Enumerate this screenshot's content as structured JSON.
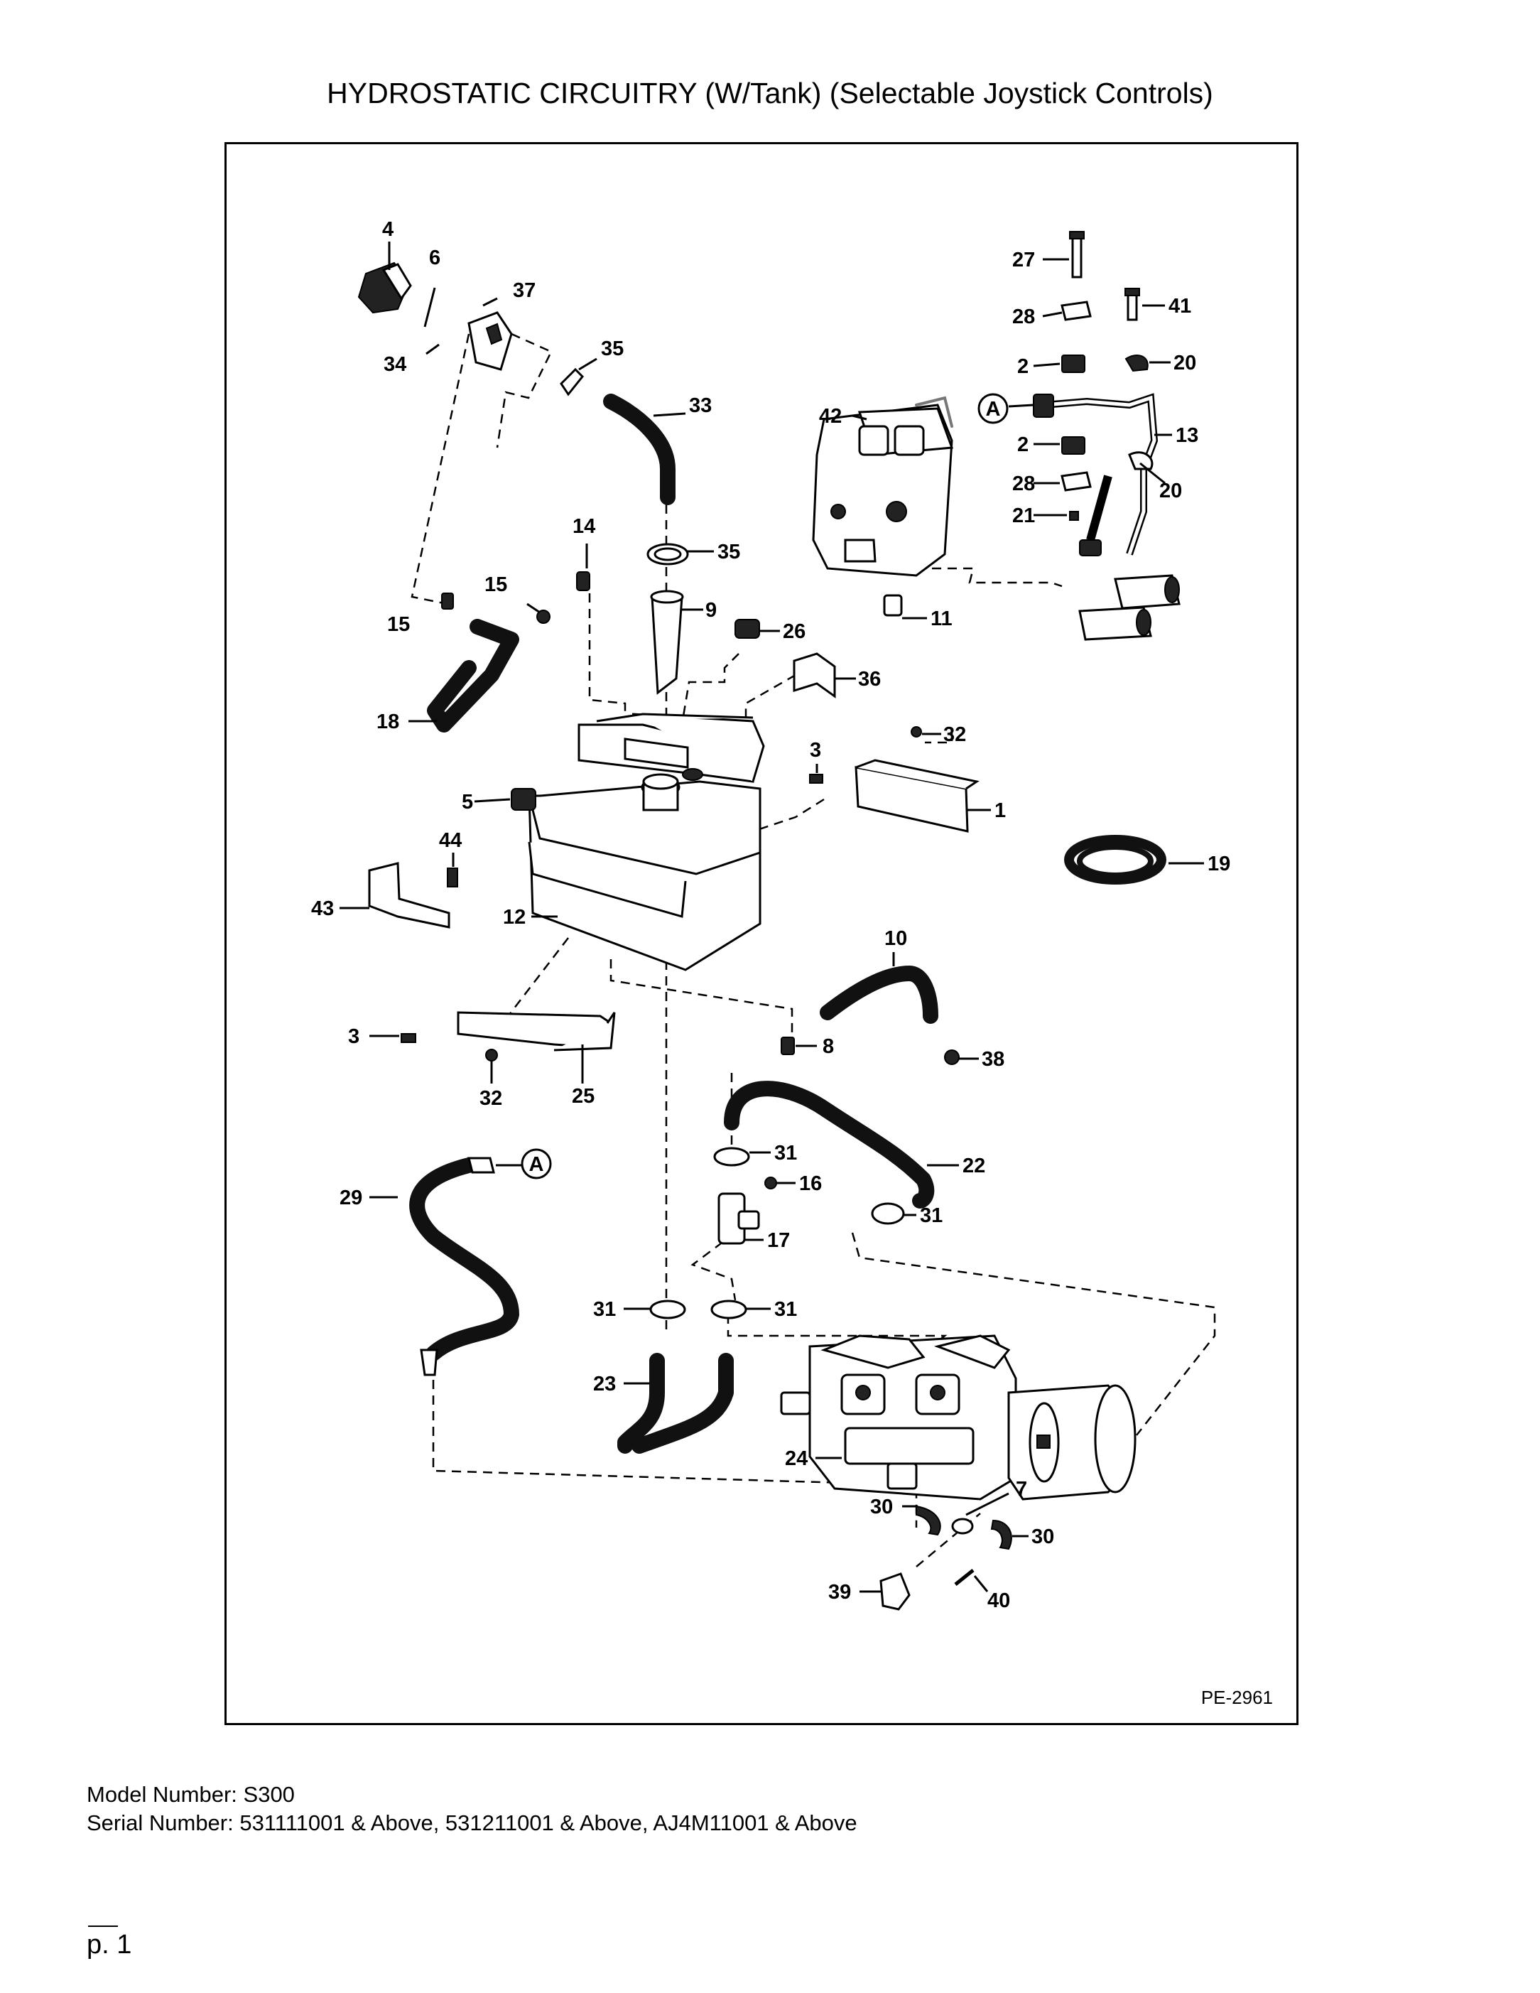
{
  "title": "HYDROSTATIC CIRCUITRY (W/Tank) (Selectable Joystick Controls)",
  "diagram": {
    "ref_code": "PE-2961",
    "callouts": [
      {
        "id": "c-4",
        "label": "4"
      },
      {
        "id": "c-6",
        "label": "6"
      },
      {
        "id": "c-37",
        "label": "37"
      },
      {
        "id": "c-34",
        "label": "34"
      },
      {
        "id": "c-35a",
        "label": "35"
      },
      {
        "id": "c-33",
        "label": "33"
      },
      {
        "id": "c-35b",
        "label": "35"
      },
      {
        "id": "c-14",
        "label": "14"
      },
      {
        "id": "c-15a",
        "label": "15"
      },
      {
        "id": "c-15b",
        "label": "15"
      },
      {
        "id": "c-9",
        "label": "9"
      },
      {
        "id": "c-26",
        "label": "26"
      },
      {
        "id": "c-36",
        "label": "36"
      },
      {
        "id": "c-18",
        "label": "18"
      },
      {
        "id": "c-3a",
        "label": "3"
      },
      {
        "id": "c-32a",
        "label": "32"
      },
      {
        "id": "c-5",
        "label": "5"
      },
      {
        "id": "c-1",
        "label": "1"
      },
      {
        "id": "c-44",
        "label": "44"
      },
      {
        "id": "c-19",
        "label": "19"
      },
      {
        "id": "c-43",
        "label": "43"
      },
      {
        "id": "c-12",
        "label": "12"
      },
      {
        "id": "c-10",
        "label": "10"
      },
      {
        "id": "c-3b",
        "label": "3"
      },
      {
        "id": "c-8",
        "label": "8"
      },
      {
        "id": "c-38",
        "label": "38"
      },
      {
        "id": "c-32b",
        "label": "32"
      },
      {
        "id": "c-25",
        "label": "25"
      },
      {
        "id": "c-31a",
        "label": "31"
      },
      {
        "id": "c-22",
        "label": "22"
      },
      {
        "id": "c-29",
        "label": "29"
      },
      {
        "id": "c-16",
        "label": "16"
      },
      {
        "id": "c-31b",
        "label": "31"
      },
      {
        "id": "c-17",
        "label": "17"
      },
      {
        "id": "c-31c",
        "label": "31"
      },
      {
        "id": "c-31d",
        "label": "31"
      },
      {
        "id": "c-23",
        "label": "23"
      },
      {
        "id": "c-24",
        "label": "24"
      },
      {
        "id": "c-7",
        "label": "7"
      },
      {
        "id": "c-30a",
        "label": "30"
      },
      {
        "id": "c-30b",
        "label": "30"
      },
      {
        "id": "c-39",
        "label": "39"
      },
      {
        "id": "c-40",
        "label": "40"
      },
      {
        "id": "c-27",
        "label": "27"
      },
      {
        "id": "c-28a",
        "label": "28"
      },
      {
        "id": "c-41",
        "label": "41"
      },
      {
        "id": "c-2a",
        "label": "2"
      },
      {
        "id": "c-20a",
        "label": "20"
      },
      {
        "id": "c-42",
        "label": "42"
      },
      {
        "id": "c-13",
        "label": "13"
      },
      {
        "id": "c-2b",
        "label": "2"
      },
      {
        "id": "c-20b",
        "label": "20"
      },
      {
        "id": "c-28b",
        "label": "28"
      },
      {
        "id": "c-21",
        "label": "21"
      },
      {
        "id": "c-11",
        "label": "11"
      }
    ],
    "connector_marks": [
      {
        "label": "A"
      },
      {
        "label": "A"
      }
    ]
  },
  "footer": {
    "model": "Model Number: S300",
    "serial": "Serial Number: 531111001 & Above, 531211001 & Above, AJ4M11001 & Above",
    "page": "p. 1"
  }
}
